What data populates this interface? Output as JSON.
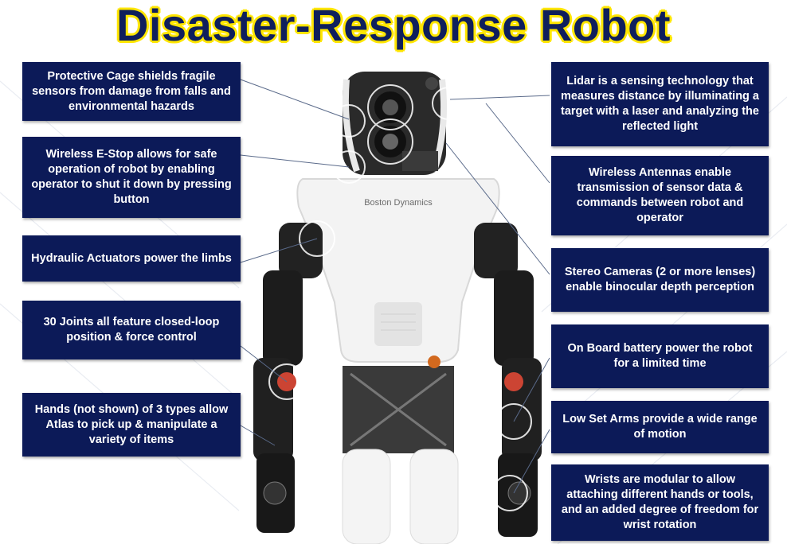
{
  "title": "Disaster-Response Robot",
  "colors": {
    "title_text": "#0f1f5c",
    "title_outline": "#ffe600",
    "callout_bg": "#0c1a58",
    "callout_text": "#ffffff"
  },
  "robot_logo": "Boston Dynamics",
  "callouts_left": [
    "Protective Cage shields fragile sensors from damage from falls and environmental hazards",
    "Wireless E-Stop allows for safe operation of robot by enabling operator to shut it down by pressing button",
    "Hydraulic Actuators power the limbs",
    "30 Joints all feature closed-loop position & force control",
    "Hands (not shown) of 3 types allow Atlas to pick up & manipulate a variety of items"
  ],
  "callouts_right": [
    "Lidar is a sensing technology that measures distance by illuminating a target with a laser and analyzing the reflected light",
    "Wireless Antennas enable transmission of sensor data & commands between robot and operator",
    "Stereo Cameras (2 or more lenses) enable binocular depth perception",
    "On Board battery power the robot for a limited time",
    "Low Set Arms provide a wide range of motion",
    "Wrists are modular to allow attaching different hands or tools, and an added degree of freedom for wrist rotation"
  ]
}
